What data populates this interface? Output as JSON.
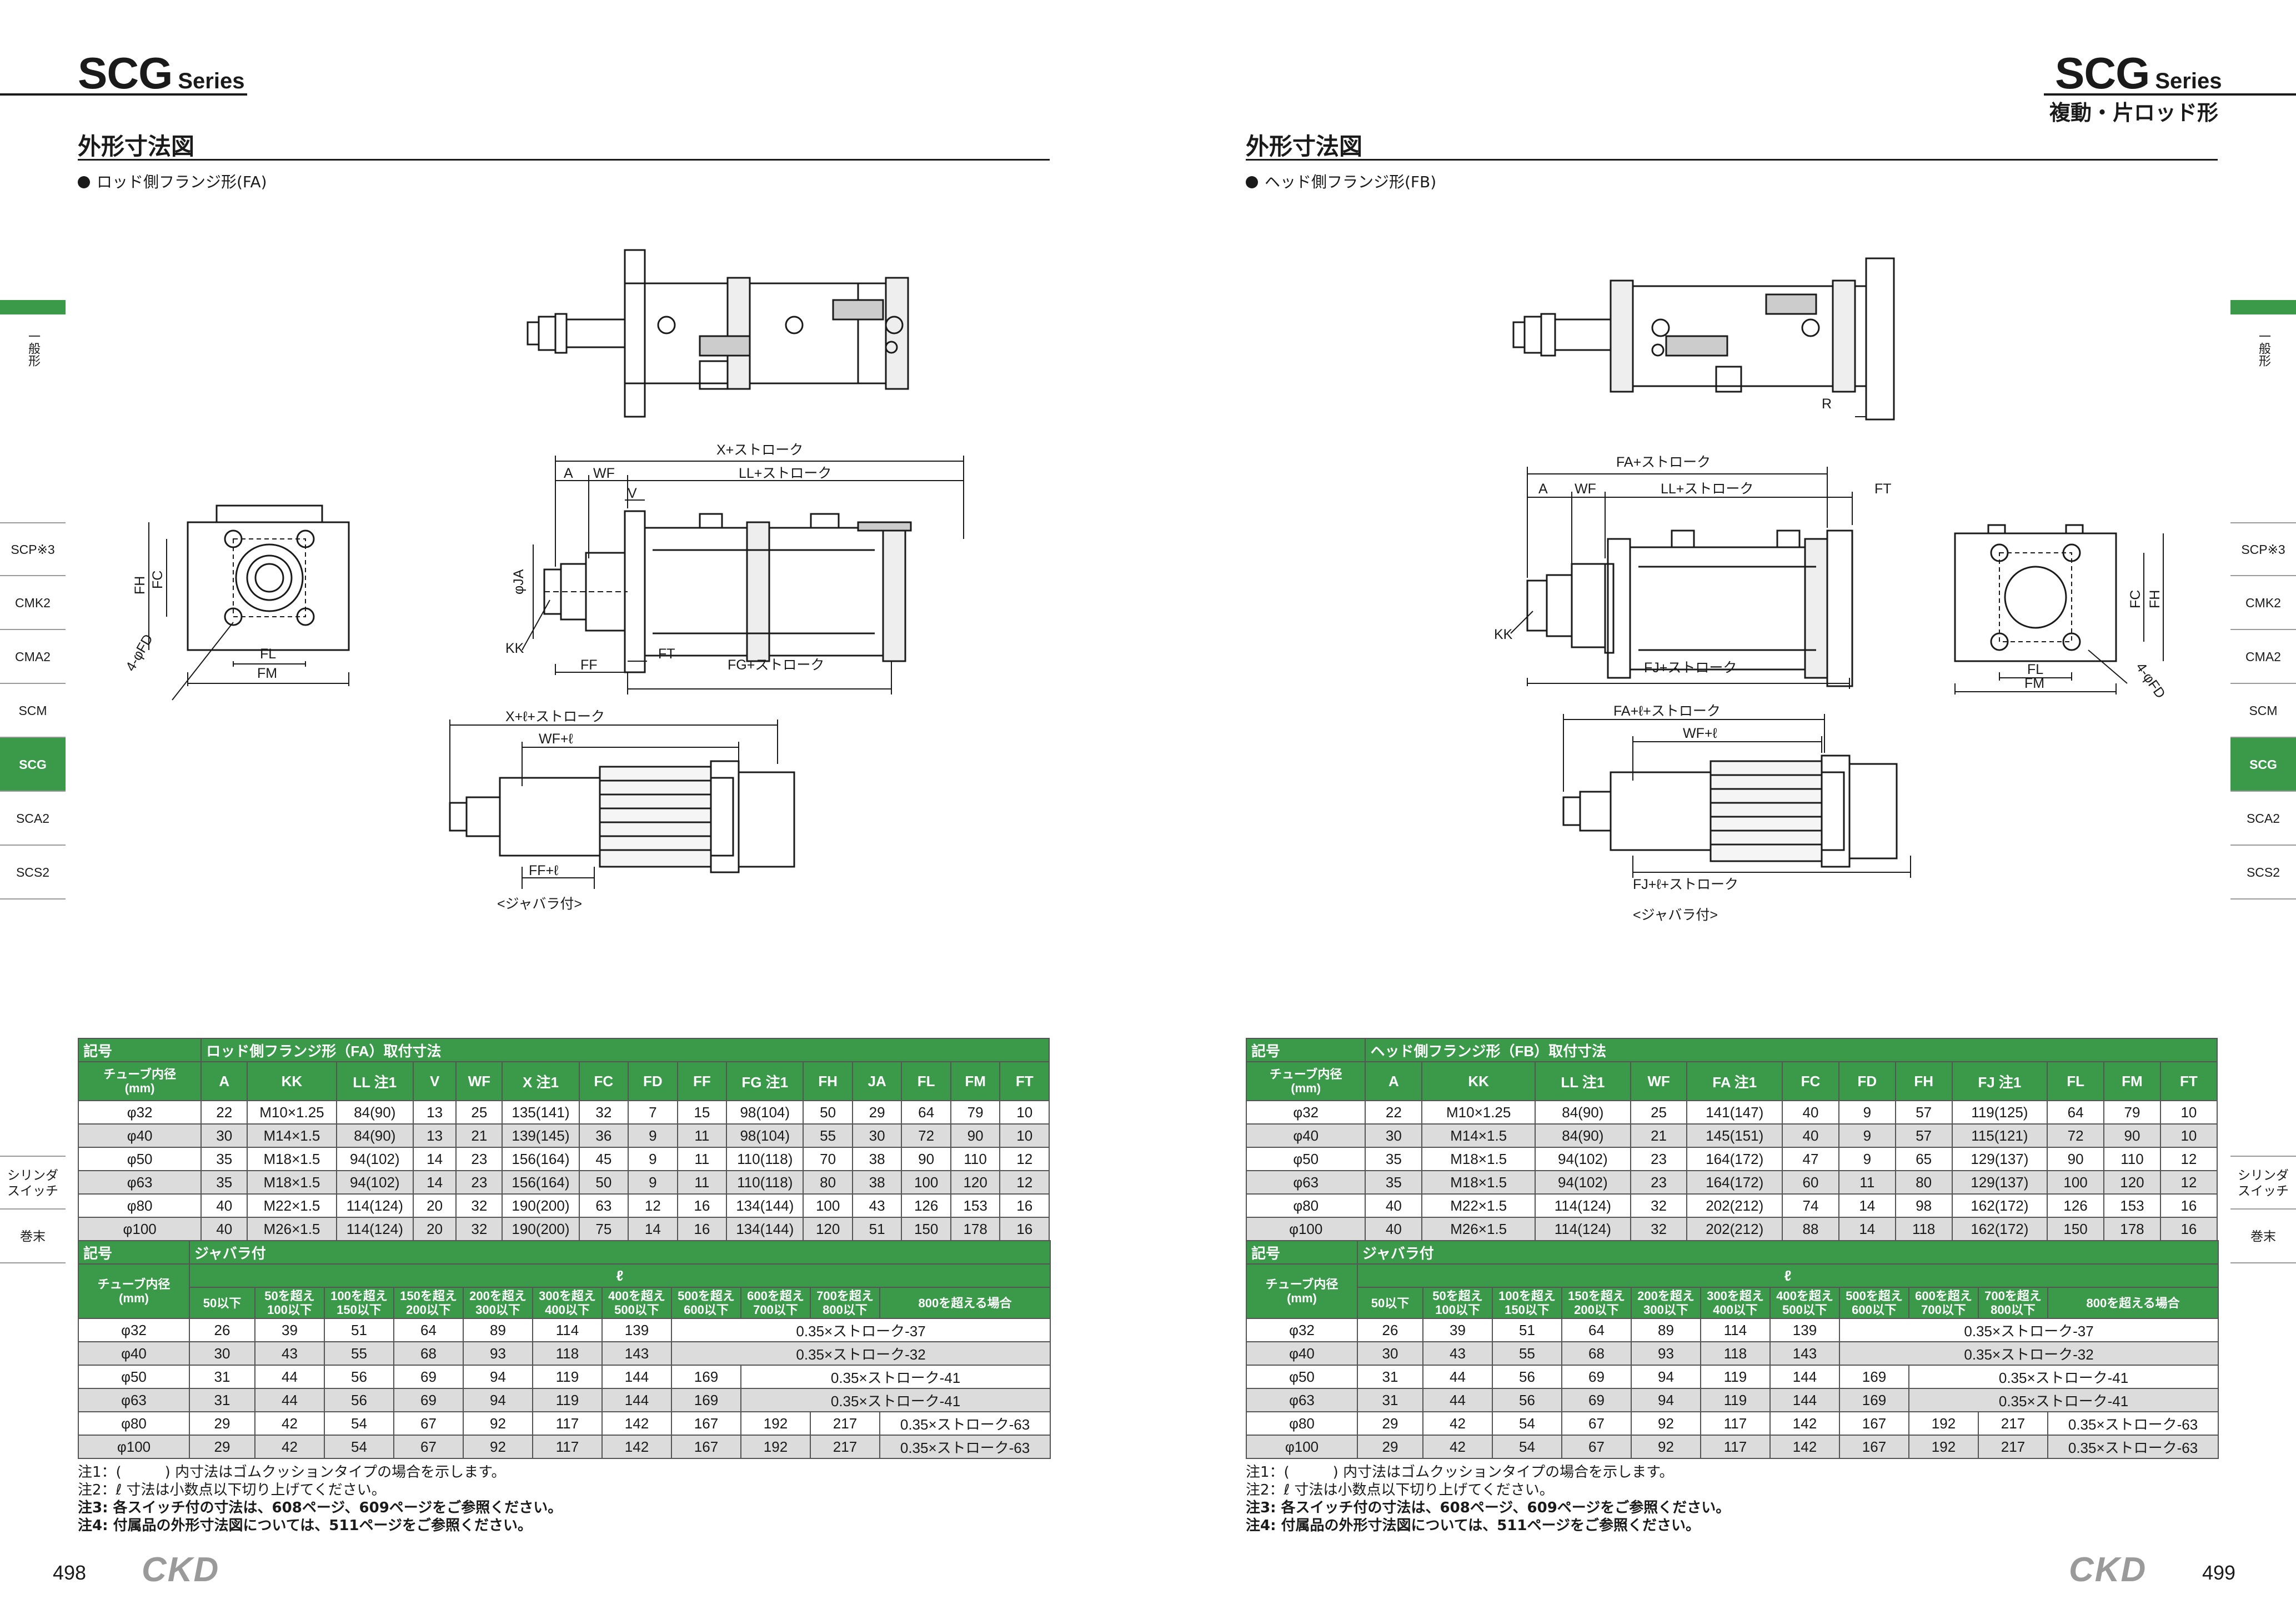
{
  "header": {
    "left_title": "SCG",
    "left_series": "Series",
    "right_title": "SCG",
    "right_series": "Series",
    "right_subtitle": "複動・片ロッド形"
  },
  "left": {
    "section_title": "外形寸法図",
    "bullet": "ロッド側フランジ形(FA)",
    "page_number": "498",
    "brand": "CKD",
    "drawing_labels": {
      "x_stroke": "X+ストローク",
      "a": "A",
      "wf": "WF",
      "ll_stroke": "LL+ストローク",
      "v": "V",
      "ja": "φJA",
      "kk": "KK",
      "ff": "FF",
      "ft": "FT",
      "fg_stroke": "FG+ストローク",
      "fh": "FH",
      "fc": "FC",
      "fd": "4-φFD",
      "fl": "FL",
      "fm": "FM",
      "bellows_x": "X+ℓ+ストローク",
      "bellows_wf": "WF+ℓ",
      "bellows_ff": "FF+ℓ",
      "bellows_caption": "<ジャバラ付>"
    }
  },
  "right": {
    "section_title": "外形寸法図",
    "bullet": "ヘッド側フランジ形(FB)",
    "page_number": "499",
    "brand": "CKD",
    "drawing_labels": {
      "r": "R",
      "fa_stroke": "FA+ストローク",
      "a": "A",
      "wf": "WF",
      "ll_stroke": "LL+ストローク",
      "ft": "FT",
      "kk": "KK",
      "fj_stroke": "FJ+ストローク",
      "fc": "FC",
      "fh": "FH",
      "fl": "FL",
      "fm": "FM",
      "fd": "4-φFD",
      "bellows_fa": "FA+ℓ+ストローク",
      "bellows_wf": "WF+ℓ",
      "bellows_fj": "FJ+ℓ+ストローク",
      "bellows_caption": "<ジャバラ付>"
    }
  },
  "sidebar": {
    "general": "一般形",
    "items": [
      "SCP※3",
      "CMK2",
      "CMA2",
      "SCM",
      "SCG",
      "SCA2",
      "SCS2"
    ],
    "active": "SCG",
    "switch": "シリンダ\nスイッチ",
    "end": "巻末"
  },
  "table_fa": {
    "code_label": "記号",
    "group_label": "ロッド側フランジ形（FA）取付寸法",
    "bore_label": "チューブ内径\n(mm)",
    "headers": [
      "A",
      "KK",
      "LL 注1",
      "V",
      "WF",
      "X 注1",
      "FC",
      "FD",
      "FF",
      "FG 注1",
      "FH",
      "JA",
      "FL",
      "FM",
      "FT"
    ],
    "rows": [
      [
        "φ32",
        "22",
        "M10×1.25",
        "84(90)",
        "13",
        "25",
        "135(141)",
        "32",
        "7",
        "15",
        "98(104)",
        "50",
        "29",
        "64",
        "79",
        "10"
      ],
      [
        "φ40",
        "30",
        "M14×1.5",
        "84(90)",
        "13",
        "21",
        "139(145)",
        "36",
        "9",
        "11",
        "98(104)",
        "55",
        "30",
        "72",
        "90",
        "10"
      ],
      [
        "φ50",
        "35",
        "M18×1.5",
        "94(102)",
        "14",
        "23",
        "156(164)",
        "45",
        "9",
        "11",
        "110(118)",
        "70",
        "38",
        "90",
        "110",
        "12"
      ],
      [
        "φ63",
        "35",
        "M18×1.5",
        "94(102)",
        "14",
        "23",
        "156(164)",
        "50",
        "9",
        "11",
        "110(118)",
        "80",
        "38",
        "100",
        "120",
        "12"
      ],
      [
        "φ80",
        "40",
        "M22×1.5",
        "114(124)",
        "20",
        "32",
        "190(200)",
        "63",
        "12",
        "16",
        "134(144)",
        "100",
        "43",
        "126",
        "153",
        "16"
      ],
      [
        "φ100",
        "40",
        "M26×1.5",
        "114(124)",
        "20",
        "32",
        "190(200)",
        "75",
        "14",
        "16",
        "134(144)",
        "120",
        "51",
        "150",
        "178",
        "16"
      ]
    ]
  },
  "table_fb": {
    "code_label": "記号",
    "group_label": "ヘッド側フランジ形（FB）取付寸法",
    "bore_label": "チューブ内径\n(mm)",
    "headers": [
      "A",
      "KK",
      "LL 注1",
      "WF",
      "FA 注1",
      "FC",
      "FD",
      "FH",
      "FJ 注1",
      "FL",
      "FM",
      "FT"
    ],
    "rows": [
      [
        "φ32",
        "22",
        "M10×1.25",
        "84(90)",
        "25",
        "141(147)",
        "40",
        "9",
        "57",
        "119(125)",
        "64",
        "79",
        "10"
      ],
      [
        "φ40",
        "30",
        "M14×1.5",
        "84(90)",
        "21",
        "145(151)",
        "40",
        "9",
        "57",
        "115(121)",
        "72",
        "90",
        "10"
      ],
      [
        "φ50",
        "35",
        "M18×1.5",
        "94(102)",
        "23",
        "164(172)",
        "47",
        "9",
        "65",
        "129(137)",
        "90",
        "110",
        "12"
      ],
      [
        "φ63",
        "35",
        "M18×1.5",
        "94(102)",
        "23",
        "164(172)",
        "60",
        "11",
        "80",
        "129(137)",
        "100",
        "120",
        "12"
      ],
      [
        "φ80",
        "40",
        "M22×1.5",
        "114(124)",
        "32",
        "202(212)",
        "74",
        "14",
        "98",
        "162(172)",
        "126",
        "153",
        "16"
      ],
      [
        "φ100",
        "40",
        "M26×1.5",
        "114(124)",
        "32",
        "202(212)",
        "88",
        "14",
        "118",
        "162(172)",
        "150",
        "178",
        "16"
      ]
    ]
  },
  "table_bellows": {
    "code_label": "記号",
    "group_label": "ジャバラ付",
    "ell": "ℓ",
    "bore_label": "チューブ内径\n(mm)",
    "headers": [
      "50以下",
      "50を超え\n100以下",
      "100を超え\n150以下",
      "150を超え\n200以下",
      "200を超え\n300以下",
      "300を超え\n400以下",
      "400を超え\n500以下",
      "500を超え\n600以下",
      "600を超え\n700以下",
      "700を超え\n800以下",
      "800を超える場合"
    ],
    "rows": [
      {
        "bore": "φ32",
        "vals": [
          "26",
          "39",
          "51",
          "64",
          "89",
          "114",
          "139"
        ],
        "formula": "0.35×ストローク-37"
      },
      {
        "bore": "φ40",
        "vals": [
          "30",
          "43",
          "55",
          "68",
          "93",
          "118",
          "143"
        ],
        "formula": "0.35×ストローク-32"
      },
      {
        "bore": "φ50",
        "vals": [
          "31",
          "44",
          "56",
          "69",
          "94",
          "119",
          "144",
          "169"
        ],
        "formula": "0.35×ストローク-41"
      },
      {
        "bore": "φ63",
        "vals": [
          "31",
          "44",
          "56",
          "69",
          "94",
          "119",
          "144",
          "169"
        ],
        "formula": "0.35×ストローク-41"
      },
      {
        "bore": "φ80",
        "vals": [
          "29",
          "42",
          "54",
          "67",
          "92",
          "117",
          "142",
          "167",
          "192",
          "217"
        ],
        "formula": "0.35×ストローク-63"
      },
      {
        "bore": "φ100",
        "vals": [
          "29",
          "42",
          "54",
          "67",
          "92",
          "117",
          "142",
          "167",
          "192",
          "217"
        ],
        "formula": "0.35×ストローク-63"
      }
    ]
  },
  "notes": [
    "注1：(　　　) 内寸法はゴムクッションタイプの場合を示します。",
    "注2：ℓ 寸法は小数点以下切り上げてください。",
    "注3: 各スイッチ付の寸法は、608ページ、609ページをご参照ください。",
    "注4: 付属品の外形寸法図については、511ページをご参照ください。"
  ],
  "colors": {
    "accent": "#3a9a4a",
    "row_alt": "#dcdcdc",
    "brand_gray": "#9a9a9a"
  }
}
